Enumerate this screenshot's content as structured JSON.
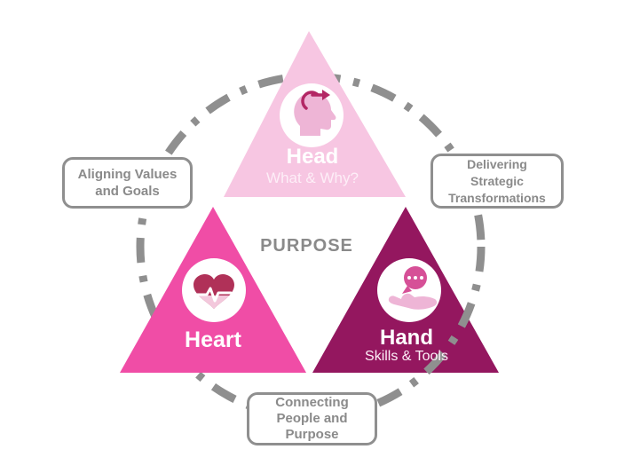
{
  "center": {
    "label": "PURPOSE"
  },
  "triangles": {
    "head": {
      "label": "Head",
      "sublabel": "What & Why?",
      "icon": "head-transform-icon"
    },
    "heart": {
      "label": "Heart",
      "icon": "heart-pulse-icon"
    },
    "hand": {
      "label": "Hand",
      "sublabel": "Skills & Tools",
      "icon": "hand-speech-icon"
    }
  },
  "callouts": {
    "left": {
      "lines": [
        "Aligning Values",
        "and Goals"
      ]
    },
    "right": {
      "lines": [
        "Delivering",
        "Strategic",
        "Transformations"
      ]
    },
    "bottom": {
      "lines": [
        "Connecting",
        "People and",
        "Purpose"
      ]
    }
  },
  "colors": {
    "head_triangle": "#f7c6e2",
    "heart_triangle": "#f04da6",
    "hand_triangle": "#94175f",
    "dash_circle": "#8f8f8f",
    "callout_border": "#8f8f8f",
    "gray_text": "#8a8a8a",
    "icon_dark": "#b32765",
    "icon_light": "#eeb5d6",
    "bubble_pink": "#d65097",
    "heart_dark": "#b03158",
    "heart_light": "#f3c8dc"
  }
}
